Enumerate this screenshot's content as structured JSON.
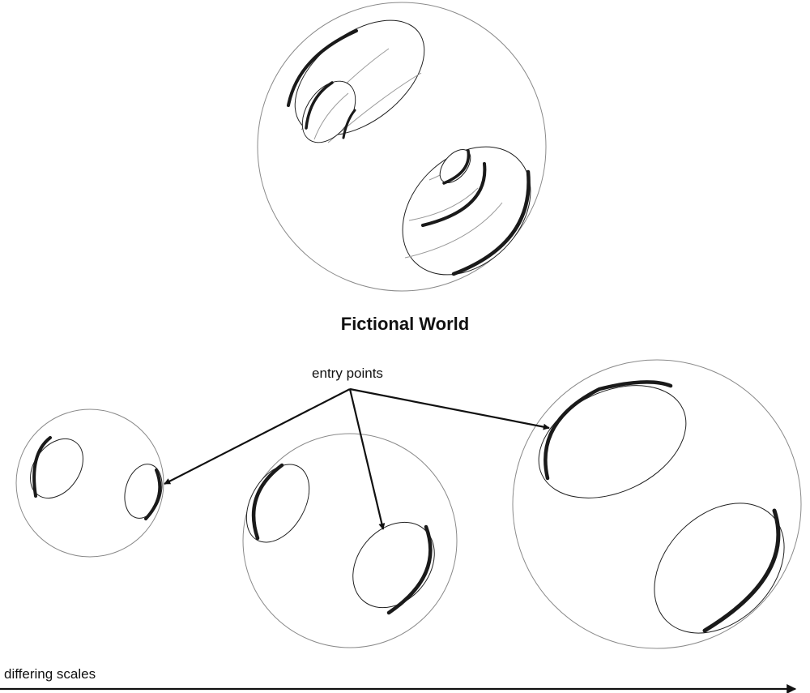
{
  "diagram": {
    "title": "Fictional World",
    "entry_label": "entry points",
    "scale_label": "differing scales"
  },
  "colors": {
    "outline": "#8a8a8a",
    "ink": "#111111",
    "shadow": "#1a1a1a",
    "background": "#ffffff"
  }
}
